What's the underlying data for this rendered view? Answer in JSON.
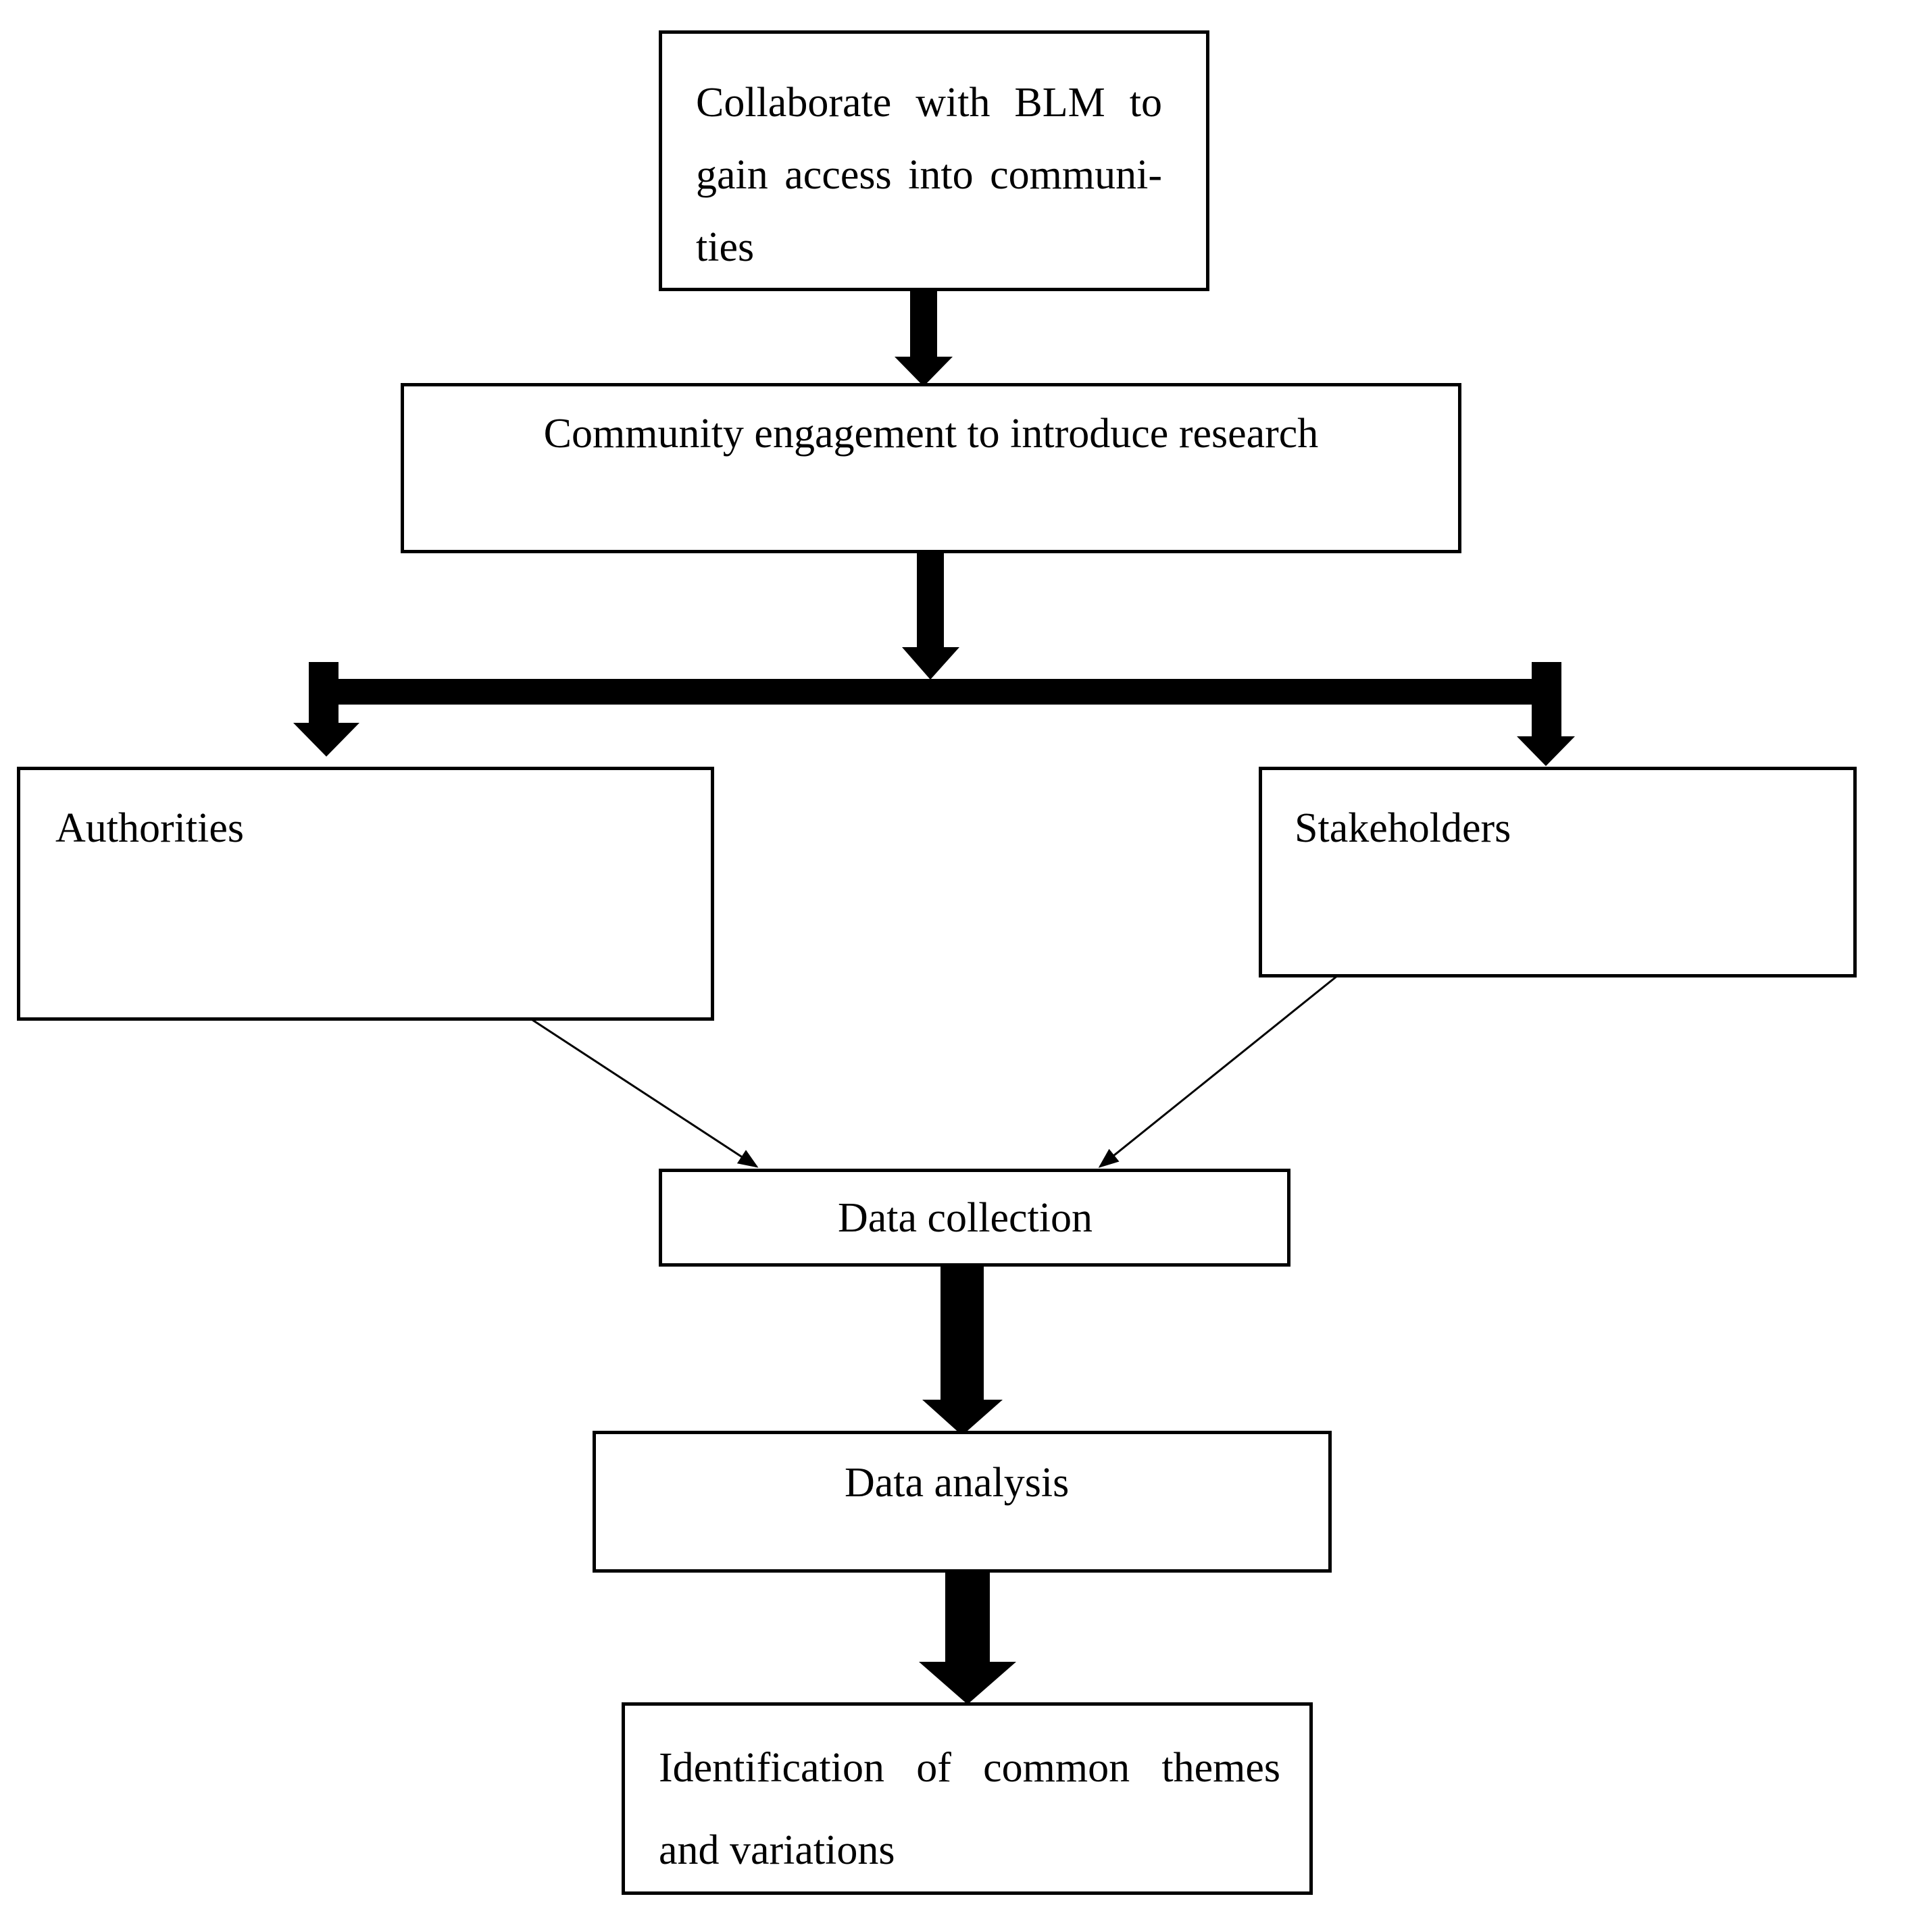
{
  "diagram": {
    "nodes": {
      "collaborate": {
        "line1": "Collaborate with BLM to",
        "line2": "gain access into communi-",
        "line3": "ties"
      },
      "engagement": {
        "label": "Community engagement to introduce research"
      },
      "authorities": {
        "label": "Authorities"
      },
      "stakeholders": {
        "label": "Stakeholders"
      },
      "collection": {
        "label": "Data collection"
      },
      "analysis": {
        "label": "Data analysis"
      },
      "themes": {
        "line1": "Identification of common themes",
        "line2": "and variations"
      }
    },
    "edges": [
      {
        "from": "collaborate",
        "to": "engagement",
        "style": "thick"
      },
      {
        "from": "engagement",
        "to": "authorities",
        "style": "thick"
      },
      {
        "from": "engagement",
        "to": "stakeholders",
        "style": "thick"
      },
      {
        "from": "authorities",
        "to": "collection",
        "style": "thin"
      },
      {
        "from": "stakeholders",
        "to": "collection",
        "style": "thin"
      },
      {
        "from": "collection",
        "to": "analysis",
        "style": "thick"
      },
      {
        "from": "analysis",
        "to": "themes",
        "style": "thick"
      }
    ],
    "colors": {
      "stroke": "#000000",
      "fill": "#ffffff"
    }
  }
}
